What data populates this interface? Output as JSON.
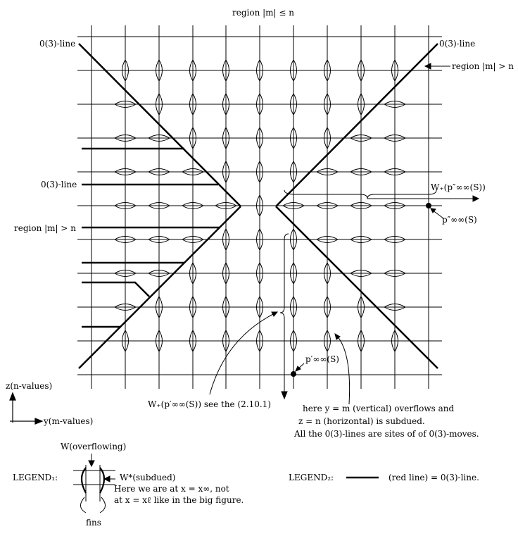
{
  "labels": {
    "top_region": "region |m| ≤ n",
    "zero3_top_left": "0(3)-line",
    "zero3_top_right": "0(3)-line",
    "region_right": "region |m| > n",
    "zero3_mid_left": "0(3)-line",
    "region_left": "region |m| > n",
    "w_plus_pp": "W₊(p″∞∞(S))",
    "pp_point": "p″∞∞(S)",
    "p_prime_point": "p′∞∞(S)",
    "w_plus_p_see": "W₊(p′∞∞(S)) see the (2.10.1)",
    "note_line1": "here y = m (vertical) overflows and",
    "note_line2": "z = n (horizontal) is subdued.",
    "note_line3": "All the 0(3)-lines are sites of of 0(3)-moves.",
    "axis_z": "z(n-values)",
    "axis_y": "y(m-values)"
  },
  "legend1": {
    "title": "LEGEND₁:",
    "w_overflowing": "W(overflowing)",
    "w_subdued": "W*(subdued)",
    "text1": "Here we are at x = x∞, not",
    "text2": "at x = xℓ like in the big figure.",
    "fins": "fins"
  },
  "legend2": {
    "title": "LEGEND₂:",
    "text": "(red line) = 0(3)-line."
  }
}
